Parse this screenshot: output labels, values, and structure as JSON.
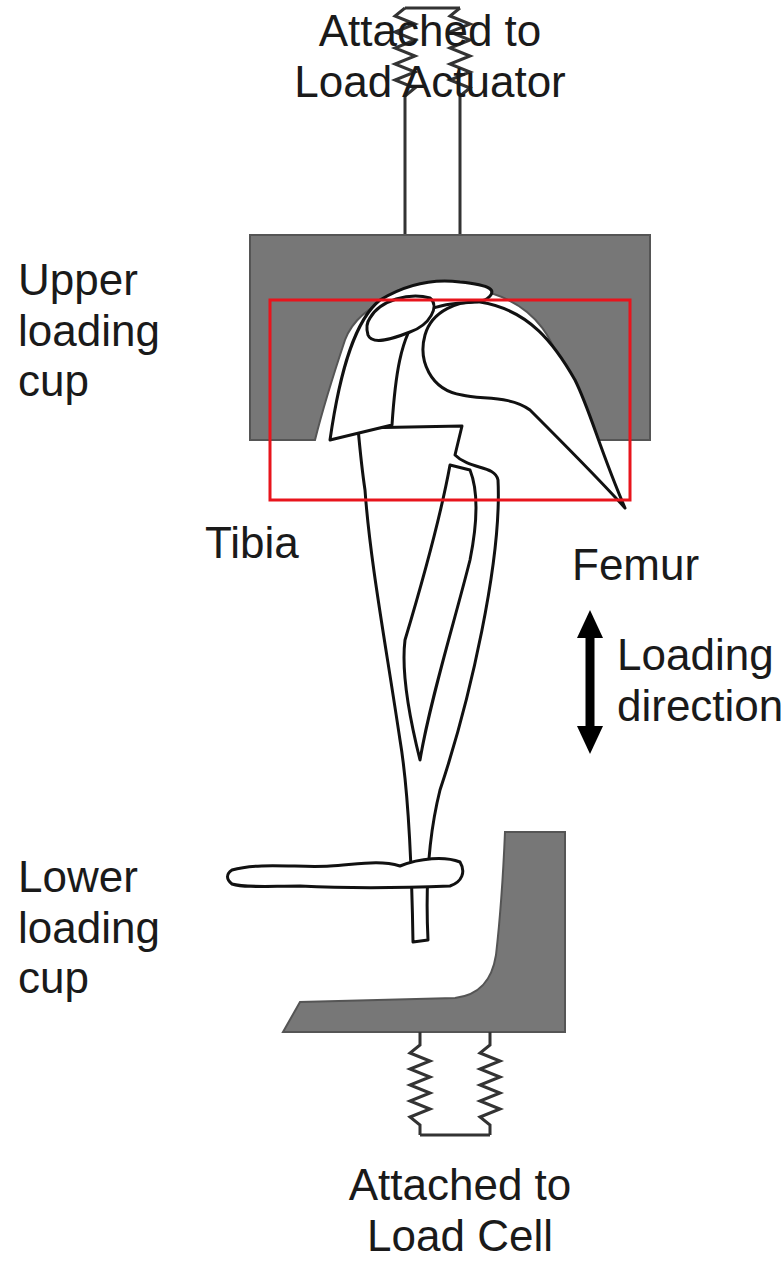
{
  "diagram": {
    "labels": [
      "Attached to Load Actuator",
      "Upper loading cup",
      "Tibia",
      "Femur",
      "Loading direction",
      "Lower loading cup",
      "Attached to Load Cell"
    ]
  }
}
